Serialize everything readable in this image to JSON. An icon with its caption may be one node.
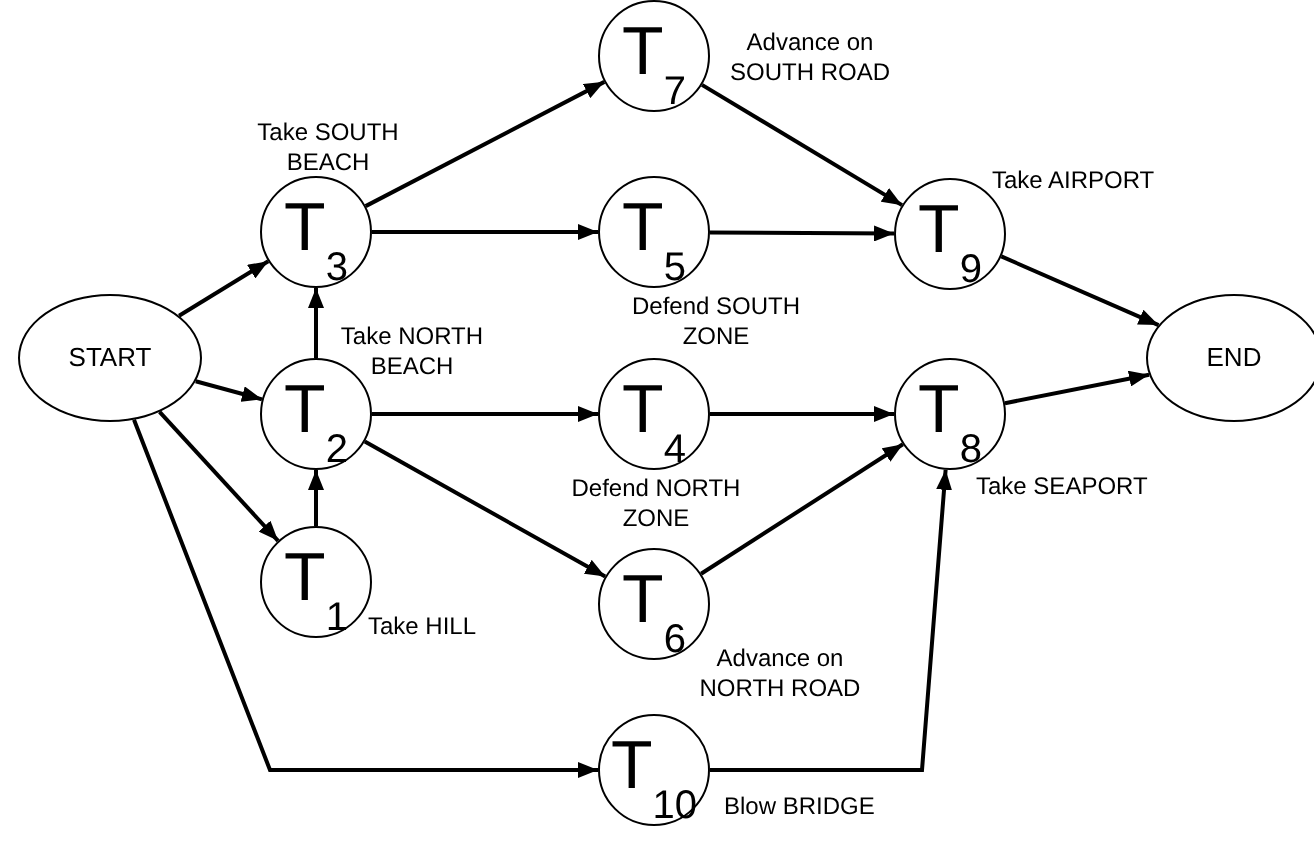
{
  "diagram": {
    "nodes": [
      {
        "text": [
          "START"
        ]
      },
      {
        "text": [
          "T$_{1}$"
        ],
        "beside": [
          "Take HILL"
        ]
      },
      {
        "text": [
          "T$_{2}$"
        ],
        "beside": [
          "Take NORTH BEACH"
        ]
      },
      {
        "text": [
          "T$_{3}$"
        ],
        "beside": [
          "Take SOUTH BEACH"
        ]
      },
      {
        "text": [
          "T$_{4}$"
        ],
        "beside": [
          "Defend NORTH ZONE"
        ]
      },
      {
        "text": [
          "T$_{5}$"
        ],
        "beside": [
          "Defend SOUTH ZONE"
        ]
      },
      {
        "text": [
          "T$_{6}$"
        ],
        "beside": [
          "Advance on NORTH ROAD"
        ]
      },
      {
        "text": [
          "T$_{7}$"
        ],
        "beside": [
          "Advance on SOUTH ROAD"
        ]
      },
      {
        "text": [
          "T$_{8}$"
        ],
        "beside": [
          "Take SEAPORT"
        ]
      },
      {
        "text": [
          "T$_{9}$"
        ],
        "beside": [
          "Take AIRPORT"
        ]
      },
      {
        "text": [
          "T$_{10}$"
        ],
        "beside": [
          "Blow BRIDGE"
        ]
      },
      {
        "text": [
          "END"
        ]
      }
    ],
    "edges": [
      {
        "from": 0,
        "to": 3,
        "arrow": "to"
      },
      {
        "from": 0,
        "to": 2,
        "arrow": "to"
      },
      {
        "from": 0,
        "to": 1,
        "arrow": "to"
      },
      {
        "from": 0,
        "to": 10,
        "arrow": "to"
      },
      {
        "from": 1,
        "to": 2,
        "arrow": "to"
      },
      {
        "from": 2,
        "to": 3,
        "arrow": "to"
      },
      {
        "from": 3,
        "to": 7,
        "arrow": "to"
      },
      {
        "from": 3,
        "to": 5,
        "arrow": "to"
      },
      {
        "from": 2,
        "to": 4,
        "arrow": "to"
      },
      {
        "from": 2,
        "to": 6,
        "arrow": "to"
      },
      {
        "from": 7,
        "to": 9,
        "arrow": "to"
      },
      {
        "from": 5,
        "to": 9,
        "arrow": "to"
      },
      {
        "from": 4,
        "to": 8,
        "arrow": "to"
      },
      {
        "from": 6,
        "to": 8,
        "arrow": "to"
      },
      {
        "from": 10,
        "to": 8,
        "arrow": "to"
      },
      {
        "from": 9,
        "to": 11,
        "arrow": "to"
      },
      {
        "from": 8,
        "to": 11,
        "arrow": "to"
      }
    ]
  }
}
